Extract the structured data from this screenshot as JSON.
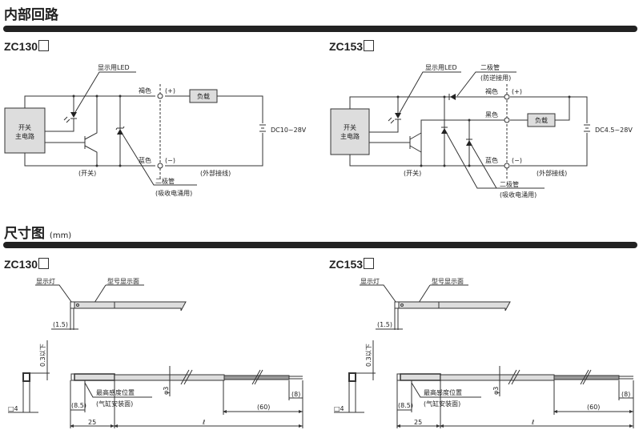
{
  "sections": {
    "circuit": {
      "title": "内部回路"
    },
    "dimensions": {
      "title": "尺寸图",
      "unit": "(mm)"
    }
  },
  "circuits": [
    {
      "model": "ZC130",
      "led_label": "显示用LED",
      "main_circuit_label_1": "开关",
      "main_circuit_label_2": "主电路",
      "brown_label": "褐色",
      "plus_label": "(+)",
      "blue_label": "蓝色",
      "minus_label": "(−)",
      "load_label": "负载",
      "supply_label": "DC10~28V",
      "switch_label": "(开关)",
      "external_label": "(外部接线)",
      "diode_label_1": "二极管",
      "diode_label_2": "(吸收电涌用)"
    },
    {
      "model": "ZC153",
      "led_label": "显示用LED",
      "rev_diode_label_1": "二极管",
      "rev_diode_label_2": "(防逆接用)",
      "main_circuit_label_1": "开关",
      "main_circuit_label_2": "主电路",
      "brown_label": "褐色",
      "plus_label": "(+)",
      "black_label": "黑色",
      "blue_label": "蓝色",
      "minus_label": "(−)",
      "load_label": "负载",
      "supply_label": "DC4.5~28V",
      "switch_label": "(开关)",
      "external_label": "(外部接线)",
      "diode_label_1": "二极管",
      "diode_label_2": "(吸收电涌用)"
    }
  ],
  "dimension_drawings": [
    {
      "model": "ZC130",
      "indicator_label": "显示灯",
      "model_face_label": "型号显示面",
      "dim_1_5": "(1.5)",
      "dim_0_3": "0.3以下",
      "dim_sq4": "□4",
      "sensing_label_1": "最高感度位置",
      "sensing_label_2": "(气缸安装面)",
      "dim_8_5": "(8.5)",
      "dim_25": "25",
      "dim_phi3": "φ3",
      "dim_l": "ℓ",
      "dim_60": "(60)",
      "dim_8": "(8)"
    },
    {
      "model": "ZC153",
      "indicator_label": "显示灯",
      "model_face_label": "型号显示面",
      "dim_1_5": "(1.5)",
      "dim_0_3": "0.3以下",
      "dim_sq4": "□4",
      "sensing_label_1": "最高感度位置",
      "sensing_label_2": "(气缸安装面)",
      "dim_8_5": "(8.5)",
      "dim_25": "25",
      "dim_phi3": "φ3",
      "dim_l": "ℓ",
      "dim_60": "(60)",
      "dim_8": "(8)"
    }
  ]
}
